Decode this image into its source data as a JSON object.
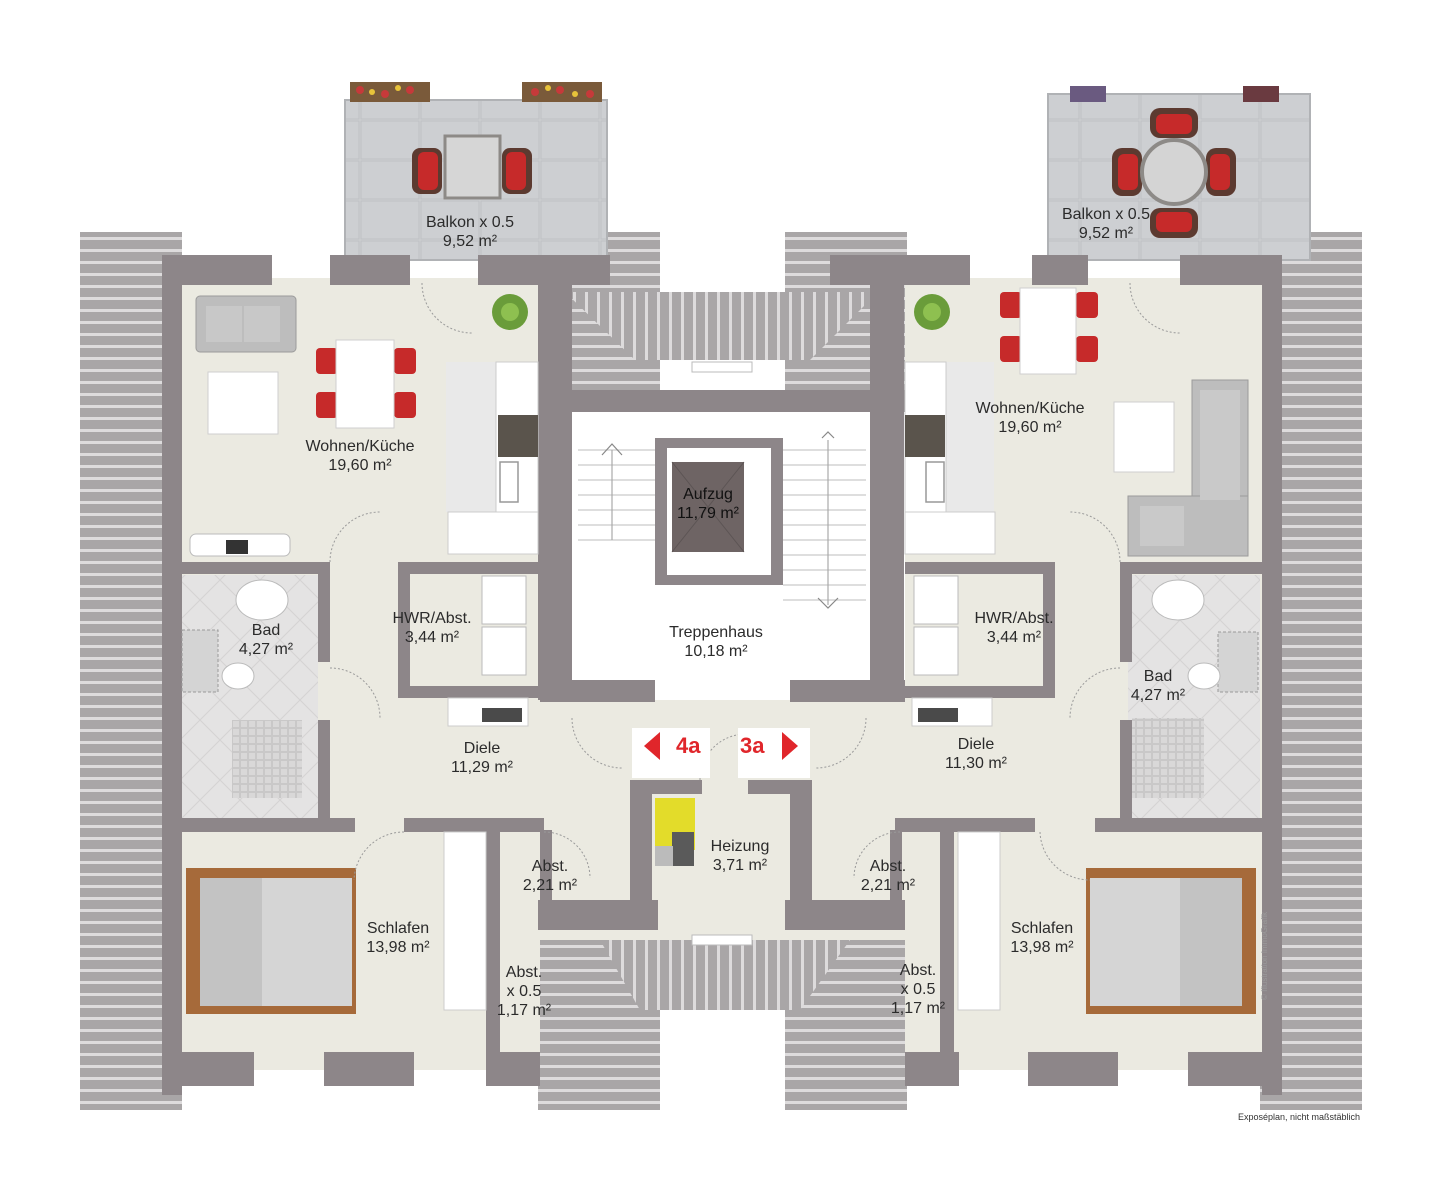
{
  "plan": {
    "colors": {
      "wall": "#8d8689",
      "floor": "#ebeae1",
      "roof": "#a8a5a6",
      "roof_line": "#d9d7d8",
      "stair": "#ffffff",
      "balcony": "#cfd0d2",
      "tile": "#e2e2e2",
      "accent": "#e0262b",
      "heater": "#e3dc2a"
    },
    "rooms": {
      "balkon_left": {
        "name": "Balkon x 0.5",
        "area": "9,52 m²"
      },
      "balkon_right": {
        "name": "Balkon x 0.5",
        "area": "9,52 m²"
      },
      "wohnen_left": {
        "name": "Wohnen/Küche",
        "area": "19,60 m²"
      },
      "wohnen_right": {
        "name": "Wohnen/Küche",
        "area": "19,60 m²"
      },
      "aufzug": {
        "name": "Aufzug",
        "area": "11,79 m²"
      },
      "treppenhaus": {
        "name": "Treppenhaus",
        "area": "10,18 m²"
      },
      "hwr_left": {
        "name": "HWR/Abst.",
        "area": "3,44 m²"
      },
      "hwr_right": {
        "name": "HWR/Abst.",
        "area": "3,44 m²"
      },
      "bad_left": {
        "name": "Bad",
        "area": "4,27 m²"
      },
      "bad_right": {
        "name": "Bad",
        "area": "4,27 m²"
      },
      "diele_left": {
        "name": "Diele",
        "area": "11,29 m²"
      },
      "diele_right": {
        "name": "Diele",
        "area": "11,30 m²"
      },
      "heizung": {
        "name": "Heizung",
        "area": "3,71 m²"
      },
      "abst_left": {
        "name": "Abst.",
        "area": "2,21 m²"
      },
      "abst_right": {
        "name": "Abst.",
        "area": "2,21 m²"
      },
      "schlafen_left": {
        "name": "Schlafen",
        "area": "13,98 m²"
      },
      "schlafen_right": {
        "name": "Schlafen",
        "area": "13,98 m²"
      },
      "abst_half_left": {
        "name": "Abst.",
        "factor": "x 0.5",
        "area": "1,17 m²"
      },
      "abst_half_right": {
        "name": "Abst.",
        "factor": "x 0.5",
        "area": "1,17 m²"
      }
    },
    "units": {
      "left": "4a",
      "right": "3a"
    },
    "footnote": "Exposéplan, nicht maßstäblich",
    "credit": "© Illustration ImmoGrafik"
  }
}
